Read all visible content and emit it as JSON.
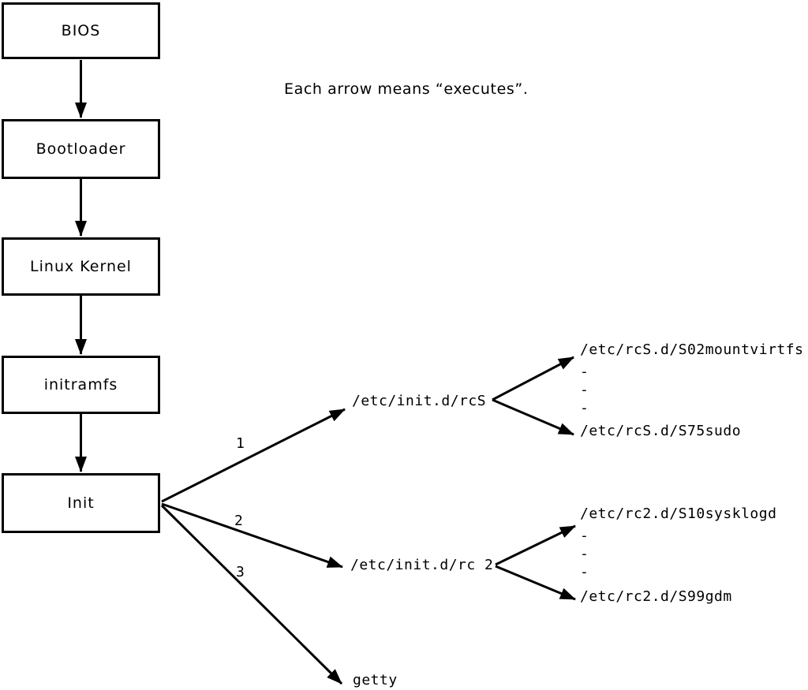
{
  "legend": "Each arrow means “executes”.",
  "boxes": [
    {
      "label": "BIOS"
    },
    {
      "label": "Bootloader"
    },
    {
      "label": "Linux Kernel"
    },
    {
      "label": "initramfs"
    },
    {
      "label": "Init"
    }
  ],
  "branch_labels": {
    "rcs": "1",
    "rc2": "2",
    "getty": "3"
  },
  "targets": {
    "rcs": "/etc/init.d/rcS",
    "rc2": "/etc/init.d/rc 2",
    "getty": "getty"
  },
  "rcs_list": {
    "first": "/etc/rcS.d/S02mountvirtfs",
    "dash1": "-",
    "dash2": "-",
    "dash3": "-",
    "last": "/etc/rcS.d/S75sudo"
  },
  "rc2_list": {
    "first": "/etc/rc2.d/S10sysklogd",
    "dash1": "-",
    "dash2": "-",
    "dash3": "-",
    "last": "/etc/rc2.d/S99gdm"
  },
  "colors": {
    "ink": "#000000",
    "background": "#ffffff"
  }
}
